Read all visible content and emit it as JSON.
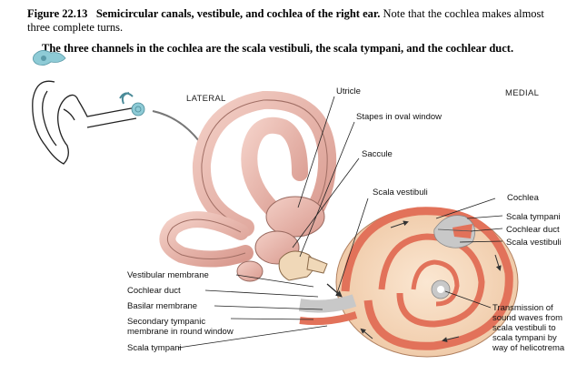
{
  "caption": {
    "figure_number": "Figure 22.13",
    "title": "Semicircular canals, vestibule, and cochlea of the right ear.",
    "note": "Note that the cochlea makes almost three complete turns."
  },
  "subtitle": "The three channels in the cochlea are the scala vestibuli, the  scala tympani, and the cochlear duct.",
  "orientation": {
    "lateral": "LATERAL",
    "medial": "MEDIAL"
  },
  "labels": {
    "utricle": "Utricle",
    "stapes": "Stapes in oval window",
    "saccule": "Saccule",
    "scala_vestibuli_top": "Scala vestibuli",
    "cochlea": "Cochlea",
    "scala_tympani_inset": "Scala tympani",
    "cochlear_duct_inset": "Cochlear duct",
    "scala_vestibuli_inset": "Scala vestibuli",
    "vestibular_membrane": "Vestibular membrane",
    "cochlear_duct": "Cochlear duct",
    "basilar_membrane": "Basilar membrane",
    "secondary_tympanic": [
      "Secondary tympanic",
      "membrane in round window"
    ],
    "scala_tympani": "Scala tympani",
    "transmission": [
      "Transmission of",
      "sound waves from",
      "scala vestibuli to",
      "scala tympani by",
      "way of helicotrema"
    ]
  },
  "colors": {
    "canal_fill": "#eab8ae",
    "canal_stroke": "#9a6a60",
    "cochlea_cream": "#f6dcc0",
    "cochlea_band": "#e2725a",
    "cochlea_gray": "#c8c8c8",
    "inset_blue": "#8ecbd6"
  }
}
